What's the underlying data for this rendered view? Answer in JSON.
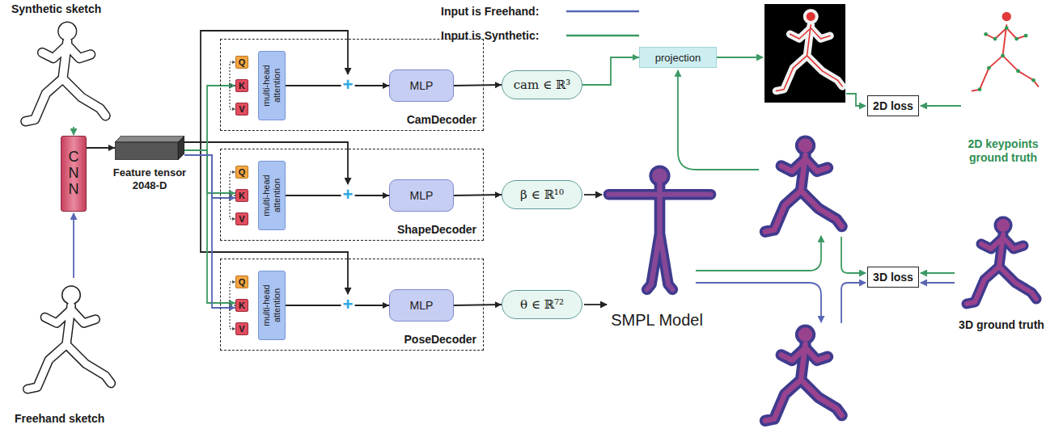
{
  "diagram": {
    "nodes": [
      {
        "text": [
          "C N N"
        ]
      },
      {
        "text": [
          "Feature tensor 2048-D"
        ]
      },
      {
        "text": [
          "CamDecoder"
        ]
      },
      {
        "text": [
          "Q"
        ],
        "in": 2
      },
      {
        "text": [
          "K"
        ],
        "in": 2
      },
      {
        "text": [
          "V"
        ],
        "in": 2
      },
      {
        "text": [
          "multi-head attention"
        ],
        "in": 2
      },
      {
        "text": [
          "MLP"
        ],
        "in": 2
      },
      {
        "text": [
          "ShapeDecoder"
        ]
      },
      {
        "text": [
          "Q"
        ],
        "in": 8
      },
      {
        "text": [
          "K"
        ],
        "in": 8
      },
      {
        "text": [
          "V"
        ],
        "in": 8
      },
      {
        "text": [
          "multi-head attention"
        ],
        "in": 8
      },
      {
        "text": [
          "MLP"
        ],
        "in": 8
      },
      {
        "text": [
          "PoseDecoder"
        ]
      },
      {
        "text": [
          "Q"
        ],
        "in": 14
      },
      {
        "text": [
          "K"
        ],
        "in": 14
      },
      {
        "text": [
          "V"
        ],
        "in": 14
      },
      {
        "text": [
          "multi-head attention"
        ],
        "in": 14
      },
      {
        "text": [
          "MLP"
        ],
        "in": 14
      },
      {
        "text": [
          "cam ∈ ℝ³"
        ]
      },
      {
        "text": [
          "β ∈ ℝ¹⁰"
        ]
      },
      {
        "text": [
          "θ ∈ ℝ⁷²"
        ]
      },
      {
        "text": [
          "projection"
        ]
      },
      {
        "text": [
          "2D loss"
        ]
      },
      {
        "text": [
          "3D loss"
        ]
      }
    ],
    "edges": [
      {
        "from": 0,
        "to": 1,
        "arrow": "to"
      },
      {
        "from": 1,
        "to": 4,
        "arrow": "to"
      },
      {
        "from": 1,
        "to": 10,
        "arrow": "to"
      },
      {
        "from": 1,
        "to": 10,
        "arrow": "to"
      },
      {
        "from": 1,
        "to": 16,
        "arrow": "to"
      },
      {
        "from": 1,
        "to": 16,
        "arrow": "to"
      },
      {
        "from": 4,
        "to": 3,
        "arrow": "to"
      },
      {
        "from": 4,
        "to": 5,
        "arrow": "to"
      },
      {
        "from": 10,
        "to": 9,
        "arrow": "to"
      },
      {
        "from": 10,
        "to": 11,
        "arrow": "to"
      },
      {
        "from": 16,
        "to": 15,
        "arrow": "to"
      },
      {
        "from": 16,
        "to": 17,
        "arrow": "to"
      },
      {
        "from": 6,
        "to": 7,
        "arrow": "to"
      },
      {
        "from": 12,
        "to": 13,
        "arrow": "to"
      },
      {
        "from": 18,
        "to": 19,
        "arrow": "to"
      },
      {
        "from": 7,
        "to": 20,
        "arrow": "to"
      },
      {
        "from": 13,
        "to": 21,
        "arrow": "to"
      },
      {
        "from": 19,
        "to": 22,
        "arrow": "to"
      },
      {
        "from": 20,
        "to": 23,
        "arrow": "to"
      }
    ],
    "labels": [
      "Synthetic sketch",
      "Freehand sketch",
      "+",
      "+",
      "+",
      "SMPL Model",
      "2D keypoints ground truth",
      "3D ground truth"
    ],
    "legend": [
      {
        "text": "Input is Freehand:"
      },
      {
        "text": "Input is Synthetic:"
      }
    ]
  }
}
